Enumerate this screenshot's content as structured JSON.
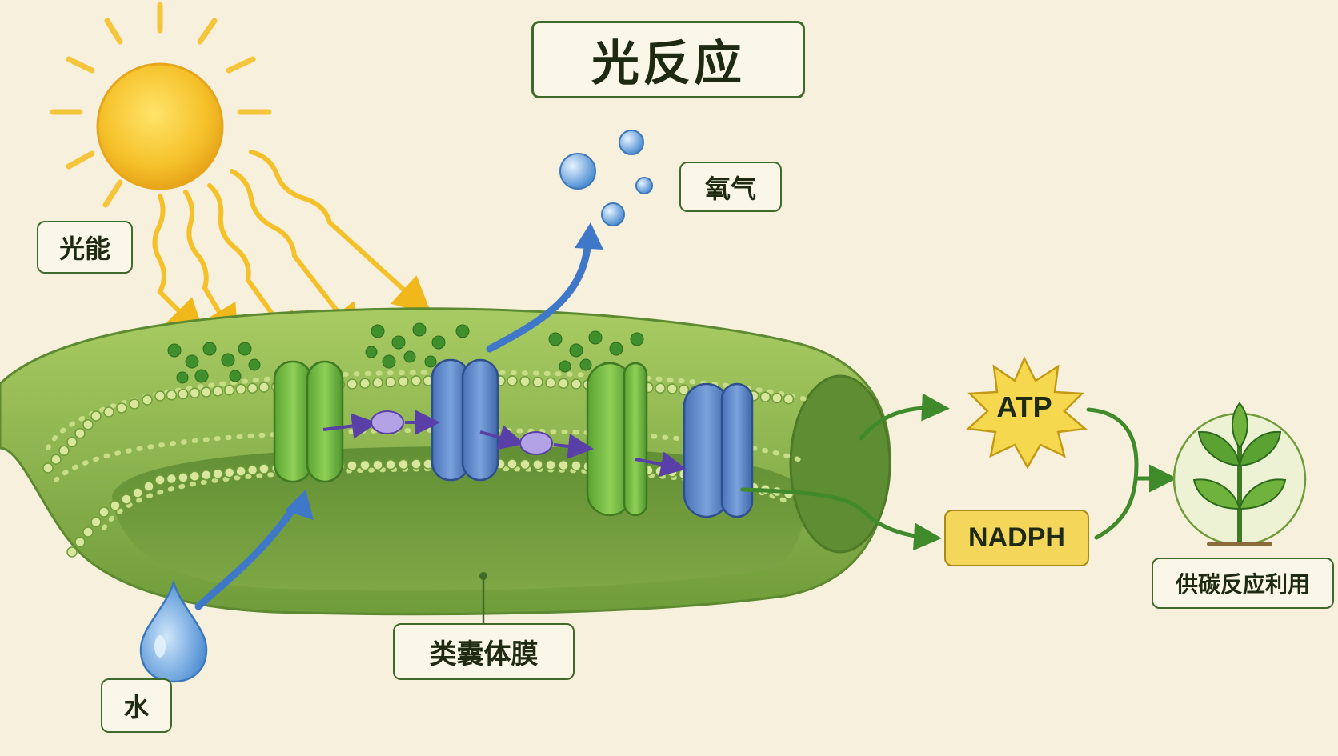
{
  "title": "光反应",
  "labels": {
    "light_energy": "光能",
    "oxygen": "氧气",
    "water": "水",
    "thylakoid_membrane": "类囊体膜",
    "atp": "ATP",
    "nadph": "NADPH",
    "carbon_reaction_use": "供碳反应利用"
  },
  "colors": {
    "background": "#f6f0dc",
    "membrane_green": "#8fb84a",
    "photosystem_green": "#6fb33c",
    "protein_blue": "#5b86c8",
    "sun_yellow": "#f5c12a",
    "water_blue": "#6fa9e0",
    "flow_arrow_green": "#3f8a2a",
    "label_border": "#3f6a2c"
  },
  "icons": [
    "sun-icon",
    "water-drop-icon",
    "oxygen-bubbles-icon",
    "plant-sprout-icon",
    "atp-starburst-icon"
  ]
}
